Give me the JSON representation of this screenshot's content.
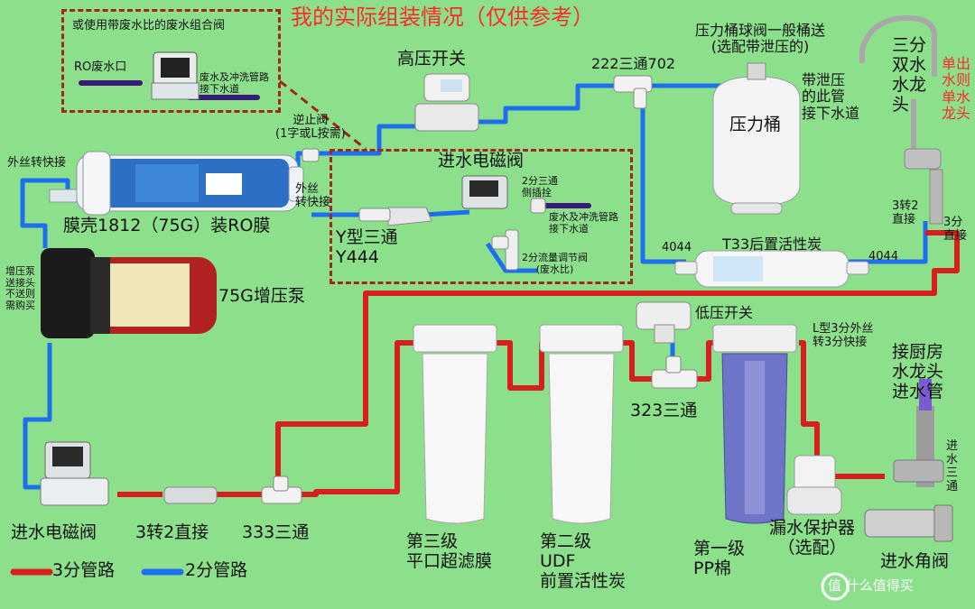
{
  "title": "我的实际组装情况（仅供参考）",
  "waste_combo_box": {
    "heading": "或使用带废水比的废水组合阀",
    "ro_waste_outlet": "RO废水口",
    "waste_flush_line": "废水及冲洗管路\n接下水道"
  },
  "labels": {
    "high_pressure_switch": "高压开关",
    "check_valve": "逆止阀\n(1字或L按需)",
    "tee_222": "222三通702",
    "pressure_tank_note": "压力桶球阀一般桶送\n(选配带泄压的)",
    "pressure_relief_note": "带泄压\n的此管\n接下水道",
    "pressure_tank": "压力桶",
    "faucet": "三分\n双水\n水龙\n头",
    "single_out_note": "单出\n水则\n单水\n龙头",
    "ext_thread_quick": "外丝转快接",
    "membrane_housing": "膜壳1812（75G）装RO膜",
    "inlet_valve_box": "进水电磁阀",
    "ext_thread_quick2": "外丝\n转快接",
    "tee_2fen_side": "2分三通\n侧插拴",
    "waste_flush_line2": "废水及冲洗管路\n接下水道",
    "y_tee": "Y型三通\nY444",
    "flow_regulator": "2分流量调节阀\n(废水比)",
    "conv_3to2_top": "3转2\n直接",
    "straight_3fen": "3分\n直接",
    "fitting_4044_left": "4044",
    "post_carbon": "T33后置活性炭",
    "fitting_4044_right": "4044",
    "booster_note": "增压泵\n送接头\n不送则\n需购买",
    "booster_pump": "75G增压泵",
    "low_pressure_switch": "低压开关",
    "l_type_fitting": "L型3分外丝\n转3分快接",
    "kitchen_inlet": "接厨房\n水龙头\n进水管",
    "inlet_tee": "进水三通",
    "tee_323": "323三通",
    "inlet_solenoid": "进水电磁阀",
    "conv_3to2": "3转2直接",
    "tee_333": "333三通",
    "stage3": "第三级\n平口超滤膜",
    "stage2": "第二级\nUDF\n前置活性炭",
    "stage1": "第一级\nPP棉",
    "leak_protector": "漏水保护器\n（选配）",
    "angle_valve": "进水角阀"
  },
  "legend": {
    "red_line": "3分管路",
    "blue_line": "2分管路"
  },
  "watermark": "值 什么值得买",
  "colors": {
    "background": "#8ce08c",
    "pipe_3fen": "#d81e1e",
    "pipe_2fen": "#1e6ff0",
    "title": "#ff2a2a",
    "box_border": "#a3261c"
  }
}
